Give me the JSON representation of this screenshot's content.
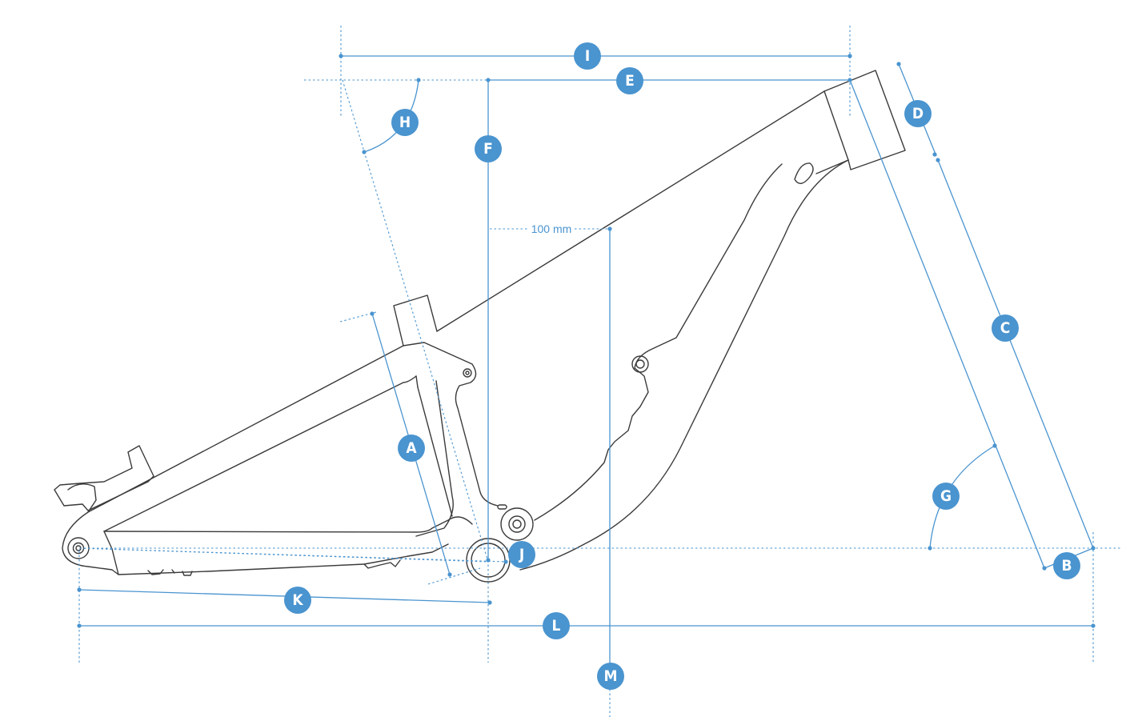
{
  "labels": {
    "a": "A",
    "b": "B",
    "c": "C",
    "d": "D",
    "e": "E",
    "f": "F",
    "g": "G",
    "h": "H",
    "i": "I",
    "j": "J",
    "k": "K",
    "l": "L",
    "m": "M"
  },
  "offset_label": "100 mm",
  "colors": {
    "dimension_blue": "#4a94cf",
    "frame_line": "#3a3a3a",
    "background": "#ffffff"
  }
}
